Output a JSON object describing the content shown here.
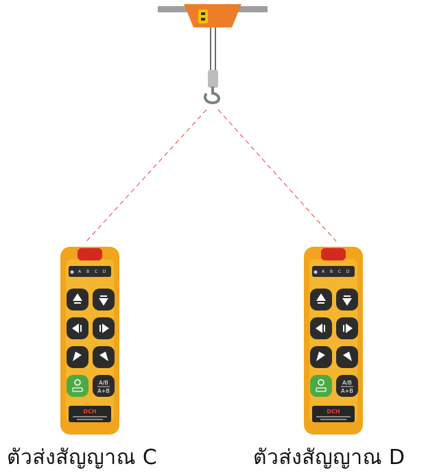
{
  "colors": {
    "remote_body": "#f0a51c",
    "remote_button": "#2c2c2c",
    "start_button": "#4caa46",
    "stop_button": "#d42a1d",
    "signal_line": "#e23b45",
    "crane_trolley": "#ee7d2a",
    "rail": "#9a9a9a",
    "hook": "#7e7e7e"
  },
  "remotes": [
    {
      "id": "C",
      "caption": "ตัวส่งสัญญาณ C",
      "brand": "DCH",
      "indicators": [
        "A",
        "B",
        "C",
        "D"
      ],
      "ab_top": "A/B",
      "ab_bottom": "A+B"
    },
    {
      "id": "D",
      "caption": "ตัวส่งสัญญาณ D",
      "brand": "DCH",
      "indicators": [
        "A",
        "B",
        "C",
        "D"
      ],
      "ab_top": "A/B",
      "ab_bottom": "A+B"
    }
  ],
  "buttons": [
    "up",
    "down",
    "left",
    "right",
    "rotate-left",
    "rotate-right",
    "start",
    "ab-switch"
  ]
}
